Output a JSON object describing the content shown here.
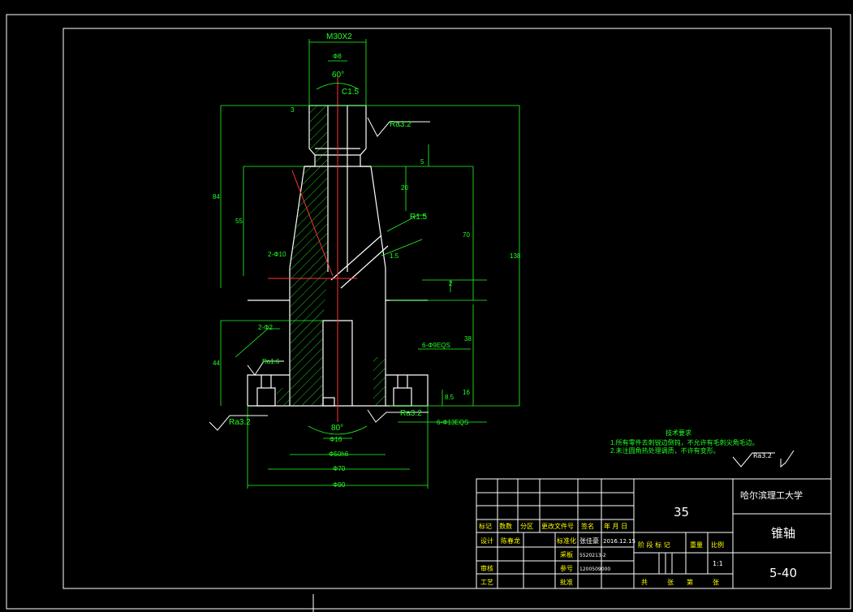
{
  "drawing": {
    "dims": {
      "m": "M30X2",
      "d_top": "Φ8",
      "a60": "60°",
      "c": "C1.5",
      "t3": "3",
      "ra1": "Ra3.2",
      "five": "5",
      "twenty": "20",
      "r": "R1.5",
      "seventy": "70",
      "l138": "138",
      "l84": "84",
      "l55": "55",
      "tap": "2-Φ10",
      "one5": "1.5",
      "two": "2",
      "thirtyeight": "38",
      "l44": "44",
      "d22": "2-Φ2",
      "ra2": "Ra1.6",
      "holes1": "6-Φ9EQS",
      "sixteen": "16",
      "l85": "8.5",
      "ra3": "Ra3.2",
      "ra4": "Ra3.2",
      "holes2": "6-Φ13EQS",
      "a80": "80°",
      "d16": "Φ16",
      "d50": "Φ50h6",
      "d70": "Φ70",
      "d90": "Φ90"
    },
    "notes": {
      "title": "技术要求",
      "line1": "1.所有零件去刺锐边倒钝，不允许有毛刺尖角毛边。",
      "line2": "2.未注圆角热处理调质，不许有变形。"
    },
    "surface_symbol": "Ra3.2"
  },
  "title_block": {
    "school": "哈尔滨理工大学",
    "material": "35",
    "part_name": "锥轴",
    "drawing_no": "5-40",
    "h_biaoji": "标记",
    "h_shuliang": "数数",
    "h_fenqu": "分区",
    "h_file": "更改文件号",
    "h_sign": "签名",
    "h_date": "年 月 日",
    "r_sheji": "设计",
    "r_sheji_name": "陈春龙",
    "r_biaozhunhua": "标准化",
    "r_bz_name": "张佳豪",
    "r_date": "2016.12.15",
    "r_shenhe": "审核",
    "r_gongyi": "工艺",
    "r_jiaoshe": "采板",
    "r_cankao": "参号",
    "r_pizhun": "批准",
    "r_code1": "5520213-2",
    "r_code2": "1200509000",
    "h_jieduan": "阶 段 标 记",
    "h_zhongliang": "重量",
    "h_bili": "比例",
    "scale": "1:1",
    "gong": "共",
    "zhang1": "张",
    "di": "第",
    "zhang2": "张"
  }
}
